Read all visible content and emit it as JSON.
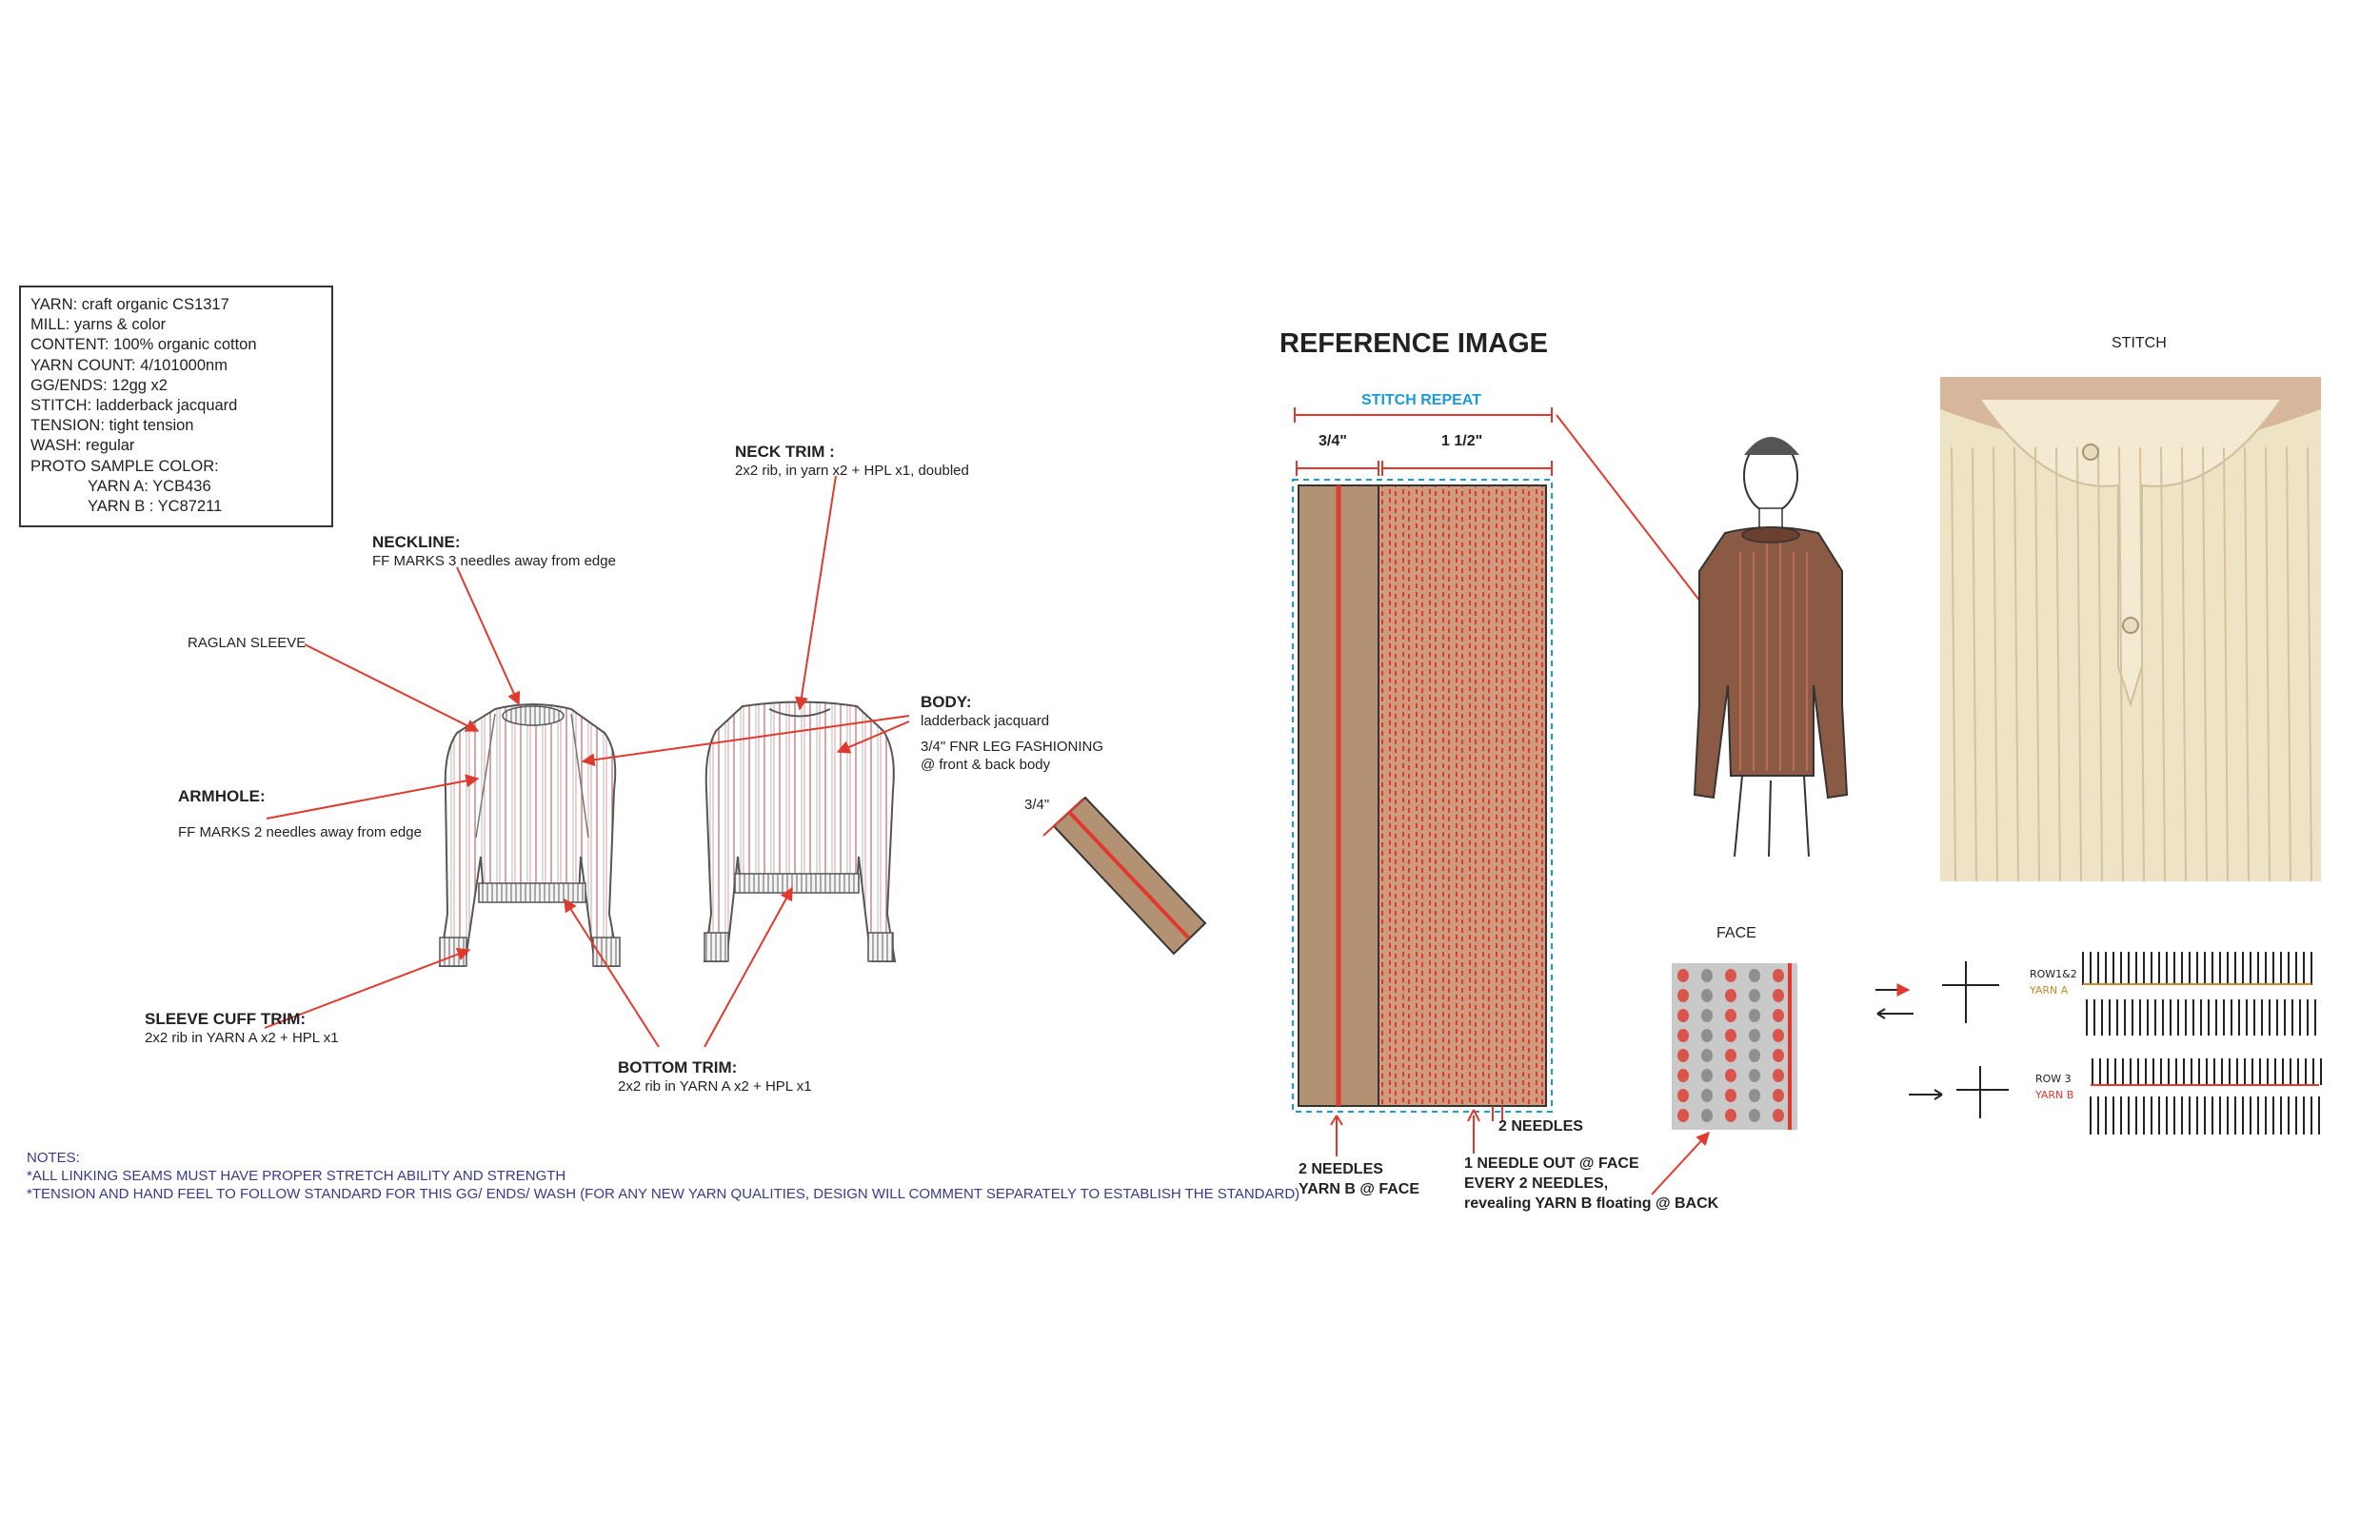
{
  "spec": {
    "yarn": "YARN: craft organic CS1317",
    "mill": "MILL:  yarns & color",
    "content": "CONTENT: 100% organic cotton",
    "yarn_count": "YARN COUNT: 4/101000nm",
    "gg_ends": "GG/ENDS: 12gg x2",
    "stitch": "STITCH:  ladderback  jacquard",
    "tension": "TENSION: tight tension",
    "wash": "WASH: regular",
    "proto": "PROTO SAMPLE COLOR:",
    "yarn_a": "YARN A: YCB436",
    "yarn_b": "YARN B : YC87211"
  },
  "labels": {
    "neck_trim_title": "NECK TRIM :",
    "neck_trim_desc": "2x2 rib, in yarn x2 + HPL x1, doubled",
    "neckline_title": "NECKLINE:",
    "neckline_desc": "FF MARKS 3 needles away from edge",
    "raglan": "RAGLAN SLEEVE",
    "body_title": "BODY:",
    "body_desc1": "ladderback jacquard",
    "body_desc2": "3/4\" FNR LEG FASHIONING",
    "body_desc3": "@ front & back body",
    "armhole_title": "ARMHOLE:",
    "armhole_desc": "FF MARKS 2 needles away from edge",
    "three_quarter": "3/4\"",
    "sleeve_cuff_title": "SLEEVE CUFF TRIM:",
    "sleeve_cuff_desc": "2x2 rib in YARN A x2 + HPL x1",
    "bottom_trim_title": "BOTTOM TRIM:",
    "bottom_trim_desc": "2x2 rib in YARN  A x2 + HPL x1"
  },
  "notes": {
    "title": "NOTES:",
    "line1": "*ALL LINKING SEAMS MUST HAVE PROPER STRETCH ABILITY AND STRENGTH",
    "line2": "*TENSION AND HAND FEEL TO FOLLOW STANDARD FOR THIS GG/ ENDS/ WASH  (FOR  ANY NEW YARN QUALITIES, DESIGN WILL COMMENT SEPARATELY TO ESTABLISH THE STANDARD)"
  },
  "reference": {
    "title": "REFERENCE IMAGE",
    "stitch_repeat": "STITCH REPEAT",
    "dim_left": "3/4\"",
    "dim_right": "1  1/2\"",
    "two_needles": "2 NEEDLES",
    "note_left_1": "2 NEEDLES",
    "note_left_2": "YARN B @ FACE",
    "note_mid_1": "1 NEEDLE OUT @ FACE",
    "note_mid_2": "EVERY 2 NEEDLES,",
    "note_mid_3": "revealing YARN B floating @ BACK",
    "stitch_caption": "STITCH",
    "face_caption": "FACE",
    "hand_a1": "ROW1&2",
    "hand_a2": "YARN A",
    "hand_b1": "ROW 3",
    "hand_b2": "YARN B"
  },
  "colors": {
    "red": "#e03a2f",
    "tan": "#b39273",
    "knit_bg": "#cf9b7f",
    "cream": "#efe3c6",
    "notes_blue": "#3a3a8c",
    "accent_blue": "#1a9ad6"
  }
}
